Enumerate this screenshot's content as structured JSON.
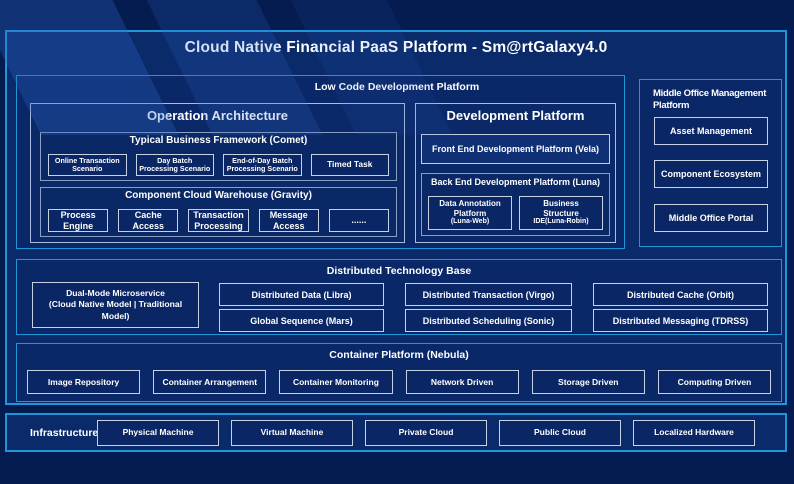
{
  "title": "Cloud Native Financial PaaS Platform - Sm@rtGalaxy4.0",
  "colors": {
    "outer_background": "#051c50",
    "panel_background": "#0b2a6a",
    "accent_border": "#1e96d8",
    "box_border": "#c6d2e3",
    "text": "#ffffff"
  },
  "low_code": {
    "label": "Low Code Development Platform",
    "operation_architecture": {
      "title": "Operation Architecture",
      "typical_business_framework": {
        "title": "Typical Business Framework (Comet)",
        "items": [
          "Online Transaction Scenario",
          "Day Batch Processing Scenario",
          "End-of-Day Batch Processing Scenario",
          "Timed Task"
        ]
      },
      "component_cloud_warehouse": {
        "title": "Component Cloud Warehouse (Gravity)",
        "items": [
          "Process Engine",
          "Cache Access",
          "Transaction Processing",
          "Message Access",
          "......"
        ]
      }
    },
    "development_platform": {
      "title": "Development Platform",
      "front_end_label": "Front End Development Platform (Vela)",
      "back_end": {
        "title": "Back End Development Platform (Luna)",
        "items": [
          {
            "name": "Data Annotation Platform",
            "code": "(Luna-Web)"
          },
          {
            "name": "Business Structure",
            "code": "IDE(Luna-Robin)"
          }
        ]
      }
    }
  },
  "middle_office": {
    "label": "Middle Office Management Platform",
    "items": [
      "Asset Management",
      "Component Ecosystem",
      "Middle Office Portal"
    ]
  },
  "distributed_technology_base": {
    "label": "Distributed Technology Base",
    "dual_mode": {
      "line1": "Dual-Mode Microservice",
      "line2": "(Cloud Native Model | Traditional Model)"
    },
    "items": [
      "Distributed Data (Libra)",
      "Global Sequence (Mars)",
      "Distributed Transaction (Virgo)",
      "Distributed Scheduling (Sonic)",
      "Distributed Cache (Orbit)",
      "Distributed Messaging (TDRSS)"
    ]
  },
  "container_platform": {
    "label": "Container Platform (Nebula)",
    "items": [
      "Image Repository",
      "Container Arrangement",
      "Container Monitoring",
      "Network Driven",
      "Storage Driven",
      "Computing Driven"
    ]
  },
  "infrastructure": {
    "label": "Infrastructure",
    "items": [
      "Physical Machine",
      "Virtual Machine",
      "Private Cloud",
      "Public Cloud",
      "Localized Hardware"
    ]
  }
}
